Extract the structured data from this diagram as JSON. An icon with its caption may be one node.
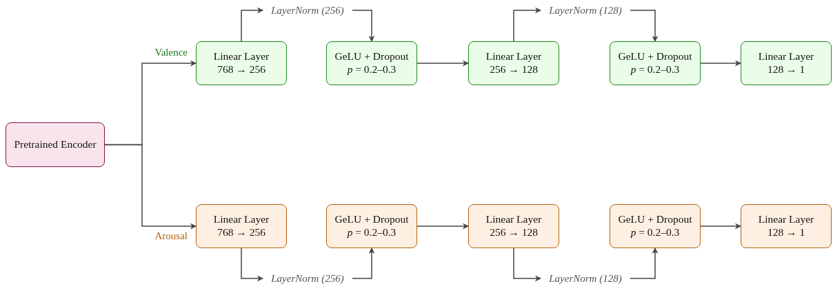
{
  "diagram": {
    "nodes": [
      {
        "text": [
          "Pretrained Encoder"
        ]
      },
      {
        "text": [
          "Linear Layer",
          "768 → 256"
        ]
      },
      {
        "text": [
          "LayerNorm (256)"
        ]
      },
      {
        "text": [
          "GeLU + Dropout",
          "*p* = 0.2–0.3"
        ]
      },
      {
        "text": [
          "Linear Layer",
          "256 → 128"
        ]
      },
      {
        "text": [
          "LayerNorm (128)"
        ]
      },
      {
        "text": [
          "GeLU + Dropout",
          "*p* = 0.2–0.3"
        ]
      },
      {
        "text": [
          "Linear Layer",
          "128 → 1"
        ]
      },
      {
        "text": [
          "Linear Layer",
          "768 → 256"
        ]
      },
      {
        "text": [
          "LayerNorm (256)"
        ]
      },
      {
        "text": [
          "GeLU + Dropout",
          "*p* = 0.2–0.3"
        ]
      },
      {
        "text": [
          "Linear Layer",
          "256 → 128"
        ]
      },
      {
        "text": [
          "LayerNorm (128)"
        ]
      },
      {
        "text": [
          "GeLU + Dropout",
          "*p* = 0.2–0.3"
        ]
      },
      {
        "text": [
          "Linear Layer",
          "128 → 1"
        ]
      }
    ],
    "edges": [
      {
        "from": 0,
        "to": 1,
        "arrow": "to",
        "label": "Valence"
      },
      {
        "from": 1,
        "to": 2,
        "arrow": "to"
      },
      {
        "from": 2,
        "to": 3,
        "arrow": "to"
      },
      {
        "from": 3,
        "to": 4,
        "arrow": "to"
      },
      {
        "from": 4,
        "to": 5,
        "arrow": "to"
      },
      {
        "from": 5,
        "to": 6,
        "arrow": "to"
      },
      {
        "from": 6,
        "to": 7,
        "arrow": "to"
      },
      {
        "from": 0,
        "to": 8,
        "arrow": "to",
        "label": "Arousal"
      },
      {
        "from": 8,
        "to": 9,
        "arrow": "to"
      },
      {
        "from": 9,
        "to": 10,
        "arrow": "to"
      },
      {
        "from": 10,
        "to": 11,
        "arrow": "to"
      },
      {
        "from": 11,
        "to": 12,
        "arrow": "to"
      },
      {
        "from": 12,
        "to": 13,
        "arrow": "to"
      },
      {
        "from": 13,
        "to": 14,
        "arrow": "to"
      }
    ]
  }
}
